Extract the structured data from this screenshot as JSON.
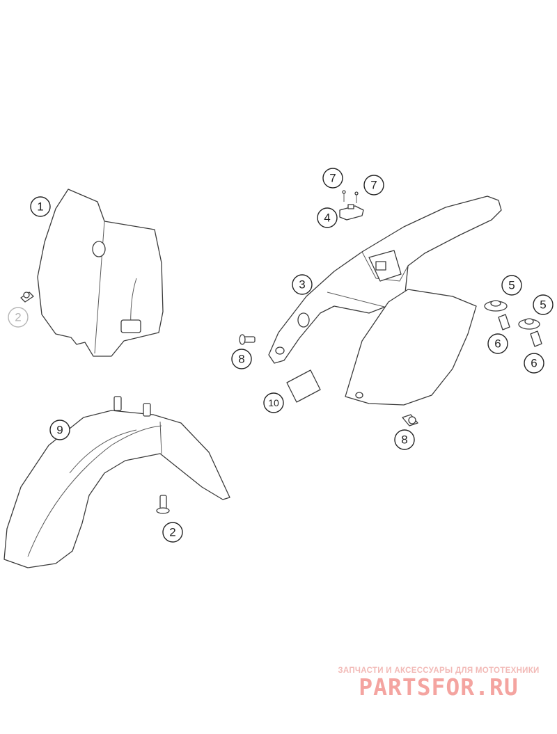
{
  "diagram": {
    "callouts": [
      {
        "label": "1"
      },
      {
        "label": "2"
      },
      {
        "label": "2"
      },
      {
        "label": "3"
      },
      {
        "label": "4"
      },
      {
        "label": "5"
      },
      {
        "label": "5"
      },
      {
        "label": "6"
      },
      {
        "label": "6"
      },
      {
        "label": "7"
      },
      {
        "label": "7"
      },
      {
        "label": "8"
      },
      {
        "label": "8"
      },
      {
        "label": "9"
      },
      {
        "label": "10"
      }
    ]
  },
  "watermark": {
    "tagline": "ЗАПЧАСТИ И АКСЕССУАРЫ ДЛЯ МОТОТЕХНИКИ",
    "logo": "PARTSFOR.RU"
  },
  "colors": {
    "outline": "#3a3a3a",
    "watermark": "#f4a4a0"
  }
}
